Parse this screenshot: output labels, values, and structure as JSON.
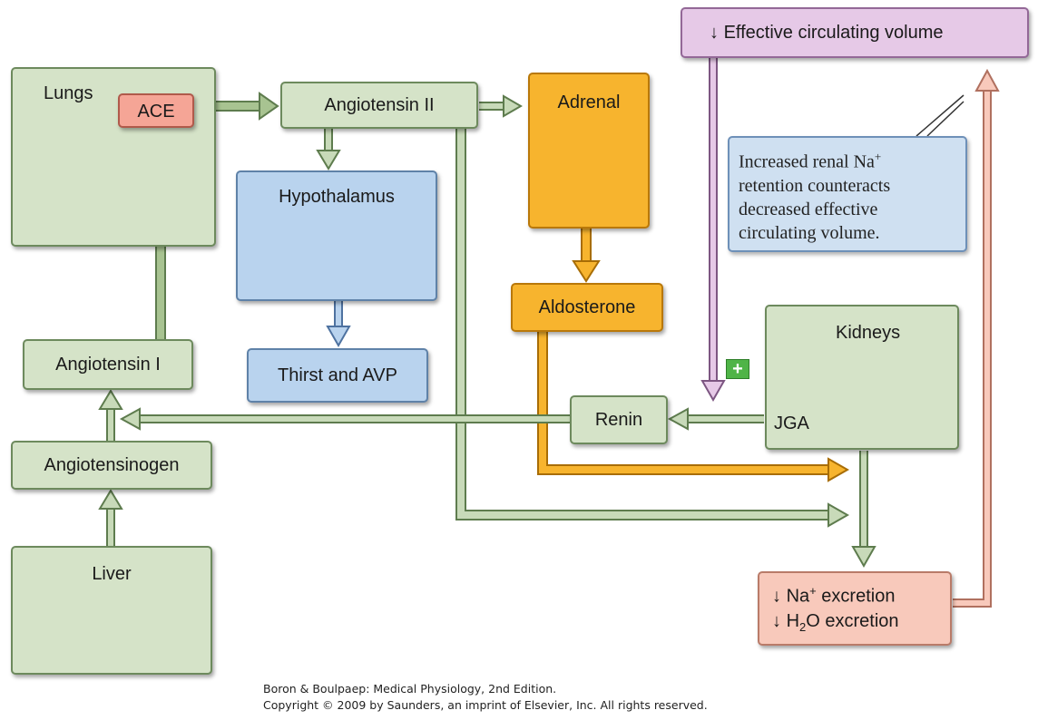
{
  "boxes": {
    "lungs": "Lungs",
    "ace": "ACE",
    "angiotensin_ii": "Angiotensin II",
    "adrenal": "Adrenal",
    "hypothalamus": "Hypothalamus",
    "thirst_avp": "Thirst and AVP",
    "aldosterone": "Aldosterone",
    "angiotensin_i": "Angiotensin I",
    "angiotensinogen": "Angiotensinogen",
    "liver": "Liver",
    "renin": "Renin",
    "kidneys": "Kidneys",
    "jga": "JGA",
    "effective_volume": "Effective circulating volume",
    "na_excretion": "excretion",
    "h2o_excretion": "excretion"
  },
  "note_lines": [
    "Increased renal Na",
    "retention counteracts",
    "decreased effective",
    "circulating volume."
  ],
  "symbols": {
    "down_arrow": "↓",
    "plus": "+",
    "na": "Na",
    "na_charge": "+",
    "h2o_h": "H",
    "h2o_sub": "2",
    "h2o_o": "O"
  },
  "footer": {
    "line1": "Boron & Boulpaep: Medical Physiology, 2nd Edition.",
    "line2": "Copyright © 2009 by Saunders, an imprint of Elsevier, Inc. All rights reserved."
  },
  "colors": {
    "green_box": "#d5e3c8",
    "blue_box": "#b9d3ee",
    "orange_box": "#f7b42e",
    "pink_box": "#f8c9bb",
    "purple_box": "#e6c9e7",
    "ace_box": "#f5a596",
    "plus_badge": "#4fb447"
  }
}
